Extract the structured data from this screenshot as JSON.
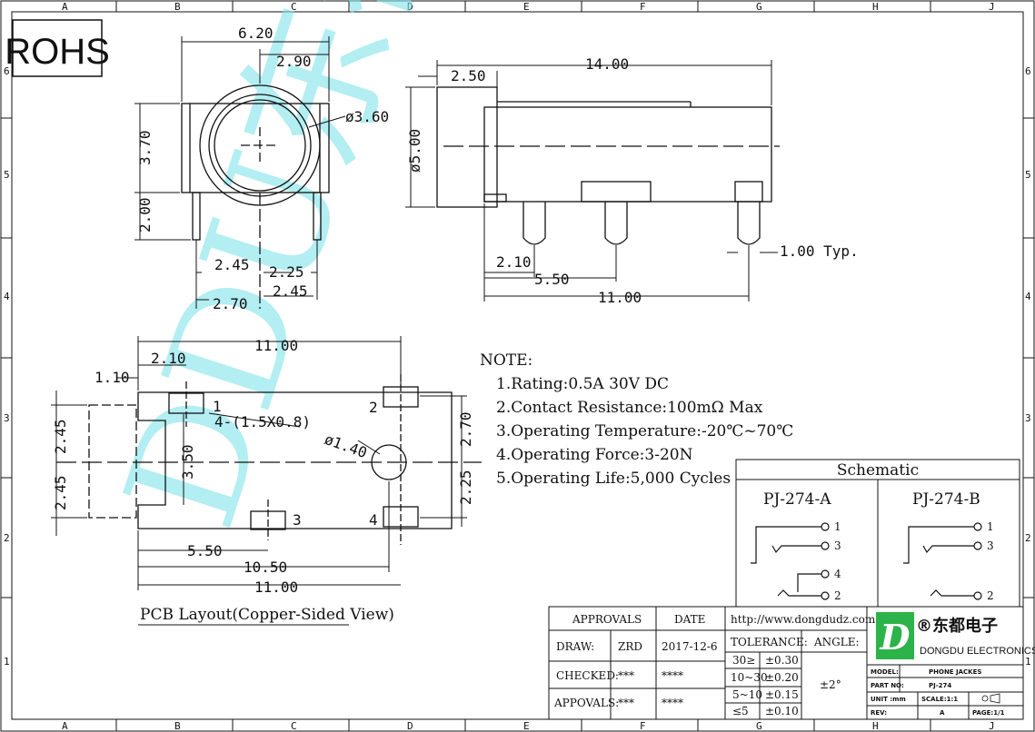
{
  "rohs": "ROHS",
  "grid": {
    "cols": [
      "A",
      "B",
      "C",
      "D",
      "E",
      "F",
      "G",
      "H",
      "J"
    ],
    "rows": [
      "6",
      "5",
      "4",
      "3",
      "2",
      "1"
    ]
  },
  "front_view": {
    "dims": {
      "w620": "6.20",
      "w290": "2.90",
      "dia360": "ø3.60",
      "h370": "3.70",
      "h200": "2.00",
      "d245": "2.45",
      "d225": "2.25",
      "d270": "2.70",
      "d245b": "2.45"
    }
  },
  "side_view": {
    "dims": {
      "len1400": "14.00",
      "len250": "2.50",
      "dia500": "ø5.00",
      "len210": "2.10",
      "len550": "5.50",
      "len1100": "11.00",
      "typ": "1.00 Typ."
    }
  },
  "pcb": {
    "dims": {
      "w1100": "11.00",
      "w210": "2.10",
      "w110": "1.10",
      "hole": "4-(1.5X0.8)",
      "d140": "ø1.40",
      "h245a": "2.45",
      "h245b": "2.45",
      "h350": "3.50",
      "h270": "2.70",
      "h225": "2.25",
      "w550": "5.50",
      "w1050": "10.50",
      "w1100b": "11.00"
    },
    "pins": [
      "1",
      "2",
      "3",
      "4"
    ],
    "caption": "PCB Layout(Copper-Sided View)"
  },
  "notes": {
    "title": "NOTE:",
    "items": [
      "1.Rating:0.5A 30V DC",
      "2.Contact Resistance:100mΩ Max",
      "3.Operating Temperature:-20℃~70℃",
      "4.Operating Force:3-20N",
      "5.Operating Life:5,000 Cycles"
    ]
  },
  "schematic": {
    "title": "Schematic",
    "left_name": "PJ-274-A",
    "right_name": "PJ-274-B",
    "left_pins": [
      "1",
      "3",
      "4",
      "2"
    ],
    "right_pins": [
      "1",
      "3",
      "2"
    ]
  },
  "watermark": "DDU东都",
  "title_block": {
    "approvals": "APPROVALS",
    "date": "DATE",
    "url": "http://www.dongdudz.com",
    "draw": "DRAW:",
    "draw_name": "ZRD",
    "draw_date": "2017-12-6",
    "checked": "CHECKED:",
    "checked_name": "***",
    "checked_date": "****",
    "appovals": "APPOVALS:",
    "appovals_name": "***",
    "appovals_date": "****",
    "tolerance": "TOLERANCE:",
    "angle": "ANGLE:",
    "angle_value": "±2°",
    "tol_rows": [
      {
        "range": "30≥",
        "tol": "±0.30"
      },
      {
        "range": "10~30",
        "tol": "±0.20"
      },
      {
        "range": "5~10",
        "tol": "±0.15"
      },
      {
        "range": "≤5",
        "tol": "±0.10"
      }
    ],
    "company_cn": "®东都电子",
    "company_en": "DONGDU ELECTRONICS",
    "model_label": "MODEL:",
    "model_value": "PHONE JACKES",
    "partno_label": "PART NO:",
    "partno_value": "PJ-274",
    "unit_label": "UNIT :mm",
    "scale_label": "SCALE:1:1",
    "rev_label": "REV:",
    "rev_value": "A",
    "page_label": "PAGE:1/1",
    "logo_letter": "D"
  }
}
